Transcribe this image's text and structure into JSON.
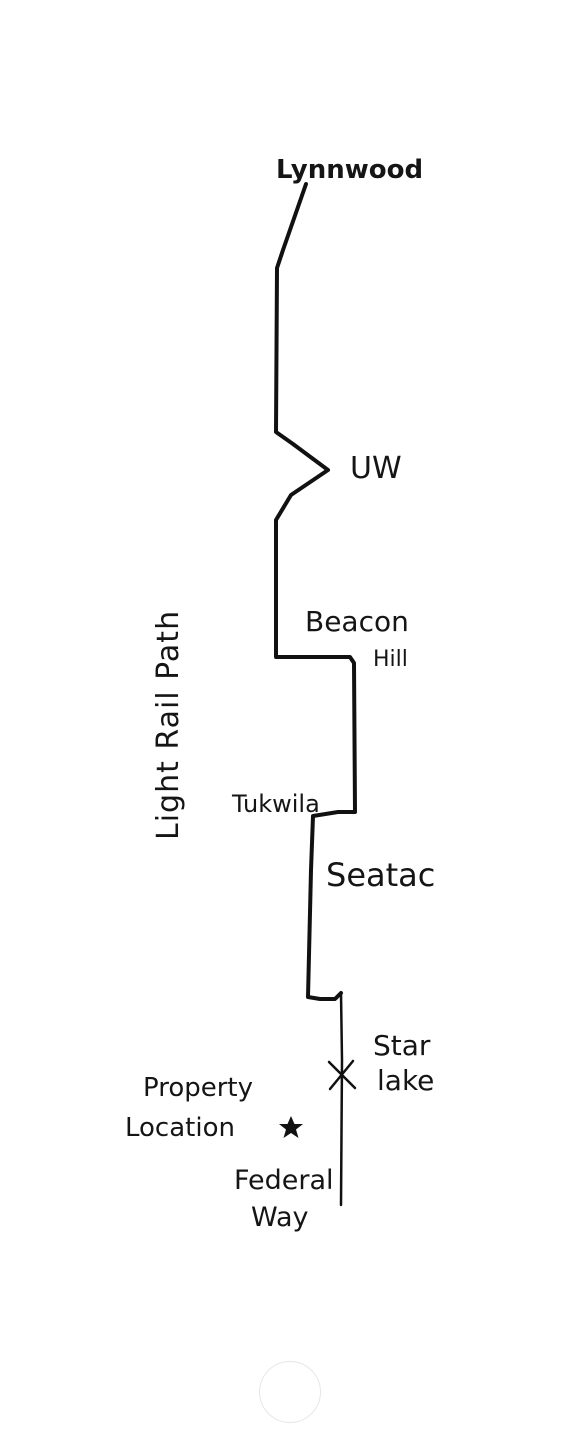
{
  "map": {
    "side_title": "Light Rail Path",
    "stations": {
      "lynnwood": "Lynnwood",
      "uw": "UW",
      "beacon_hill_line1": "Beacon",
      "beacon_hill_line2": "Hill",
      "tukwila": "Tukwila",
      "seatac": "Seatac",
      "star_lake_line1": "Star",
      "star_lake_line2": "lake",
      "federal_way_line1": "Federal",
      "federal_way_line2": "Way"
    },
    "property": {
      "line1": "Property",
      "line2": "Location",
      "marker_icon": "star-icon"
    },
    "star_lake_marker_icon": "x-mark-icon"
  },
  "colors": {
    "ink": "#111111",
    "paper": "#ffffff"
  }
}
